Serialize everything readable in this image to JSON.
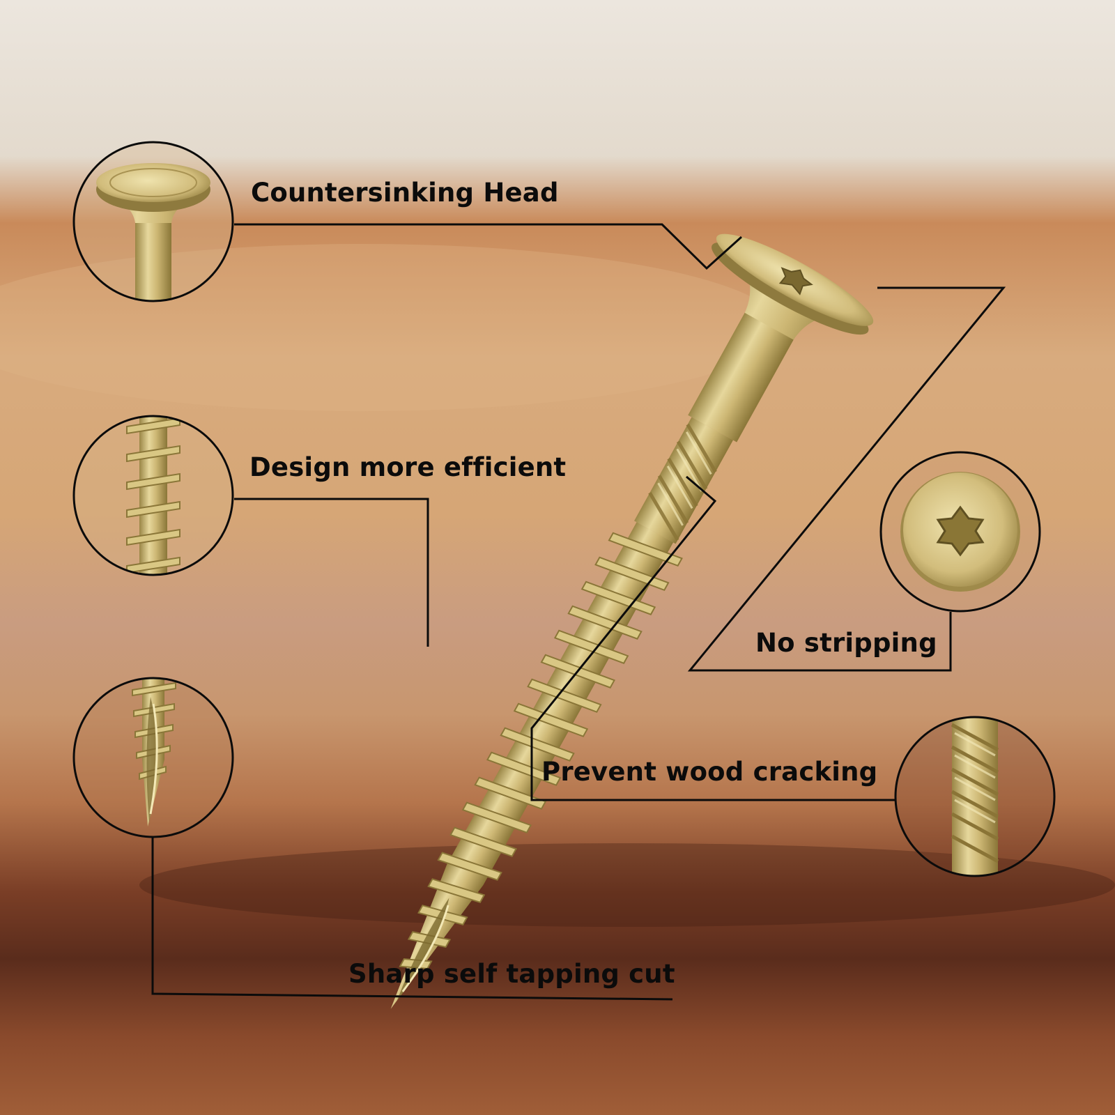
{
  "callouts": {
    "countersinking_head": "Countersinking Head",
    "design_more_efficient": "Design more efficient",
    "no_stripping": "No stripping",
    "prevent_wood_cracking": "Prevent wood cracking",
    "sharp_self_tapping_cut": "Sharp self tapping cut"
  },
  "colors": {
    "screw_gold": "#c9b36c",
    "screw_highlight": "#ece0a8",
    "screw_shadow": "#8c7a3e",
    "sky": "#e6dfd6",
    "wood_light": "#d6a878",
    "wood_dark": "#6a3420",
    "line": "#0b0b0b"
  },
  "icons": {
    "head_detail": "countersink-head-icon",
    "thread_detail": "thread-icon",
    "tip_detail": "sharp-tip-icon",
    "torx_detail": "torx-drive-icon",
    "cutter_detail": "cutter-thread-icon"
  }
}
